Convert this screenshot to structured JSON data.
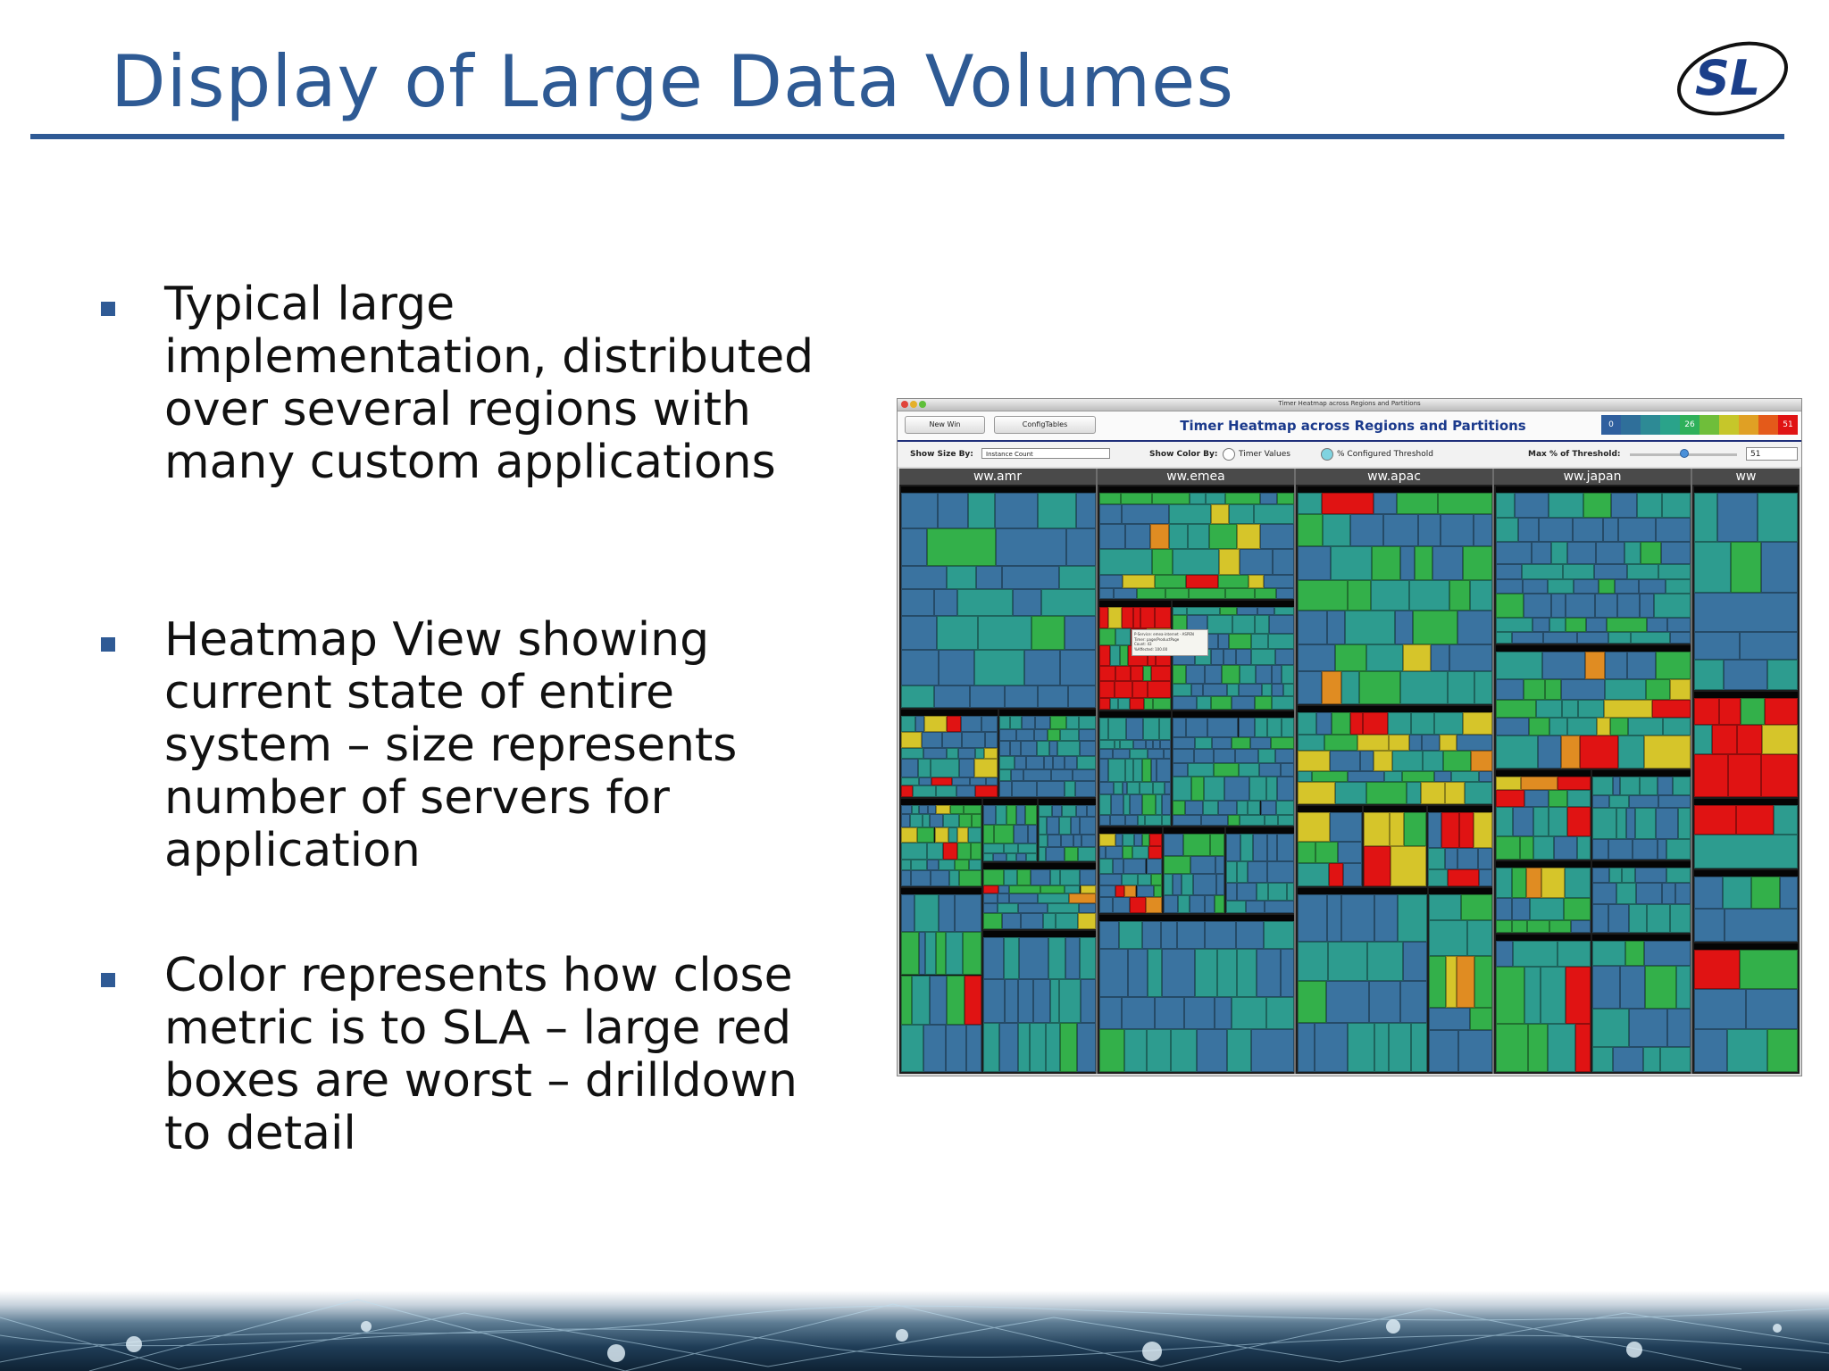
{
  "slide": {
    "title": "Display of Large Data Volumes",
    "logo_text": "SL",
    "accent_color": "#2e5a94"
  },
  "bullets": [
    {
      "text": "Typical large implementation, distributed over several regions with many custom applications"
    },
    {
      "text": "Heatmap View showing current state of entire system – size represents number of servers for application"
    },
    {
      "text": "Color represents how close metric is to SLA – large red boxes are worst – drilldown to detail"
    }
  ],
  "window": {
    "title": "Timer Heatmap across Regions and Partitions",
    "heatmap_title": "Timer Heatmap across Regions and Partitions",
    "buttons": [
      "New Win",
      "ConfigTables"
    ],
    "scale": {
      "low": "0",
      "mid": "26",
      "high": "51"
    },
    "show_size_by_label": "Show Size By:",
    "show_size_by_value": "Instance Count",
    "show_color_by_label": "Show Color By:",
    "color_option_1": "Timer Values",
    "color_option_2": "% Configured Threshold",
    "max_threshold_label": "Max % of Threshold:",
    "max_threshold_value": "51",
    "regions": [
      "ww.amr",
      "ww.emea",
      "ww.apac",
      "ww.japan",
      "ww"
    ]
  },
  "tooltip_lines": [
    "P-Service: emea-internet - ASPEN",
    "Timer: page/ProductPage",
    "Count: 43",
    "%Affected: 100.00"
  ],
  "colors": {
    "blue": "#3a73a0",
    "teal": "#2d9c8f",
    "green": "#33b04a",
    "yellow": "#d6c52a",
    "orange": "#e08c22",
    "red": "#e01313"
  }
}
